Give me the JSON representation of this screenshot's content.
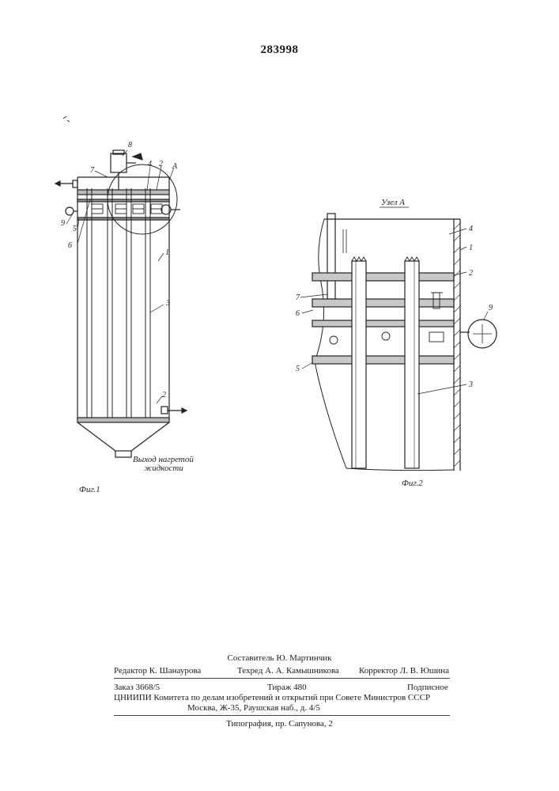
{
  "patent_number": "283998",
  "fig1": {
    "caption": "Фиг.1",
    "outlet_label_line1": "Выход нагретой",
    "outlet_label_line2": "жидкости",
    "labels": [
      "8",
      "7",
      "4",
      "2",
      "А",
      "9",
      "5",
      "6",
      "1",
      "3",
      "2"
    ]
  },
  "fig2": {
    "title": "Узел А",
    "caption": "Фиг.2",
    "labels": [
      "4",
      "1",
      "2",
      "7",
      "6",
      "5",
      "9",
      "3"
    ]
  },
  "footer": {
    "compiler": "Составитель Ю. Мартинчик",
    "editor": "Редактор К. Шанаурова",
    "techred": "Техред А. А. Камышникова",
    "corrector": "Корректор Л. В. Юшина",
    "order": "Заказ 3668/5",
    "circulation": "Тираж 480",
    "signed": "Подписное",
    "org": "ЦНИИПИ Комитета по делам изобретений и открытий при Совете Министров СССР",
    "address": "Москва, Ж-35, Раушская наб., д. 4/5",
    "printing": "Типография, пр. Сапунова, 2"
  }
}
